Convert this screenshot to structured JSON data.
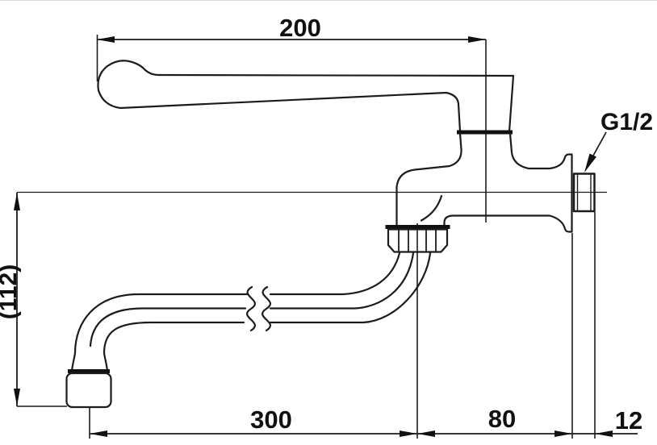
{
  "drawing": {
    "title": "wall-mounted single-lever faucet with under spout, dimensioned side view",
    "background_color": "#ffffff",
    "line_color": "#1c1c1c",
    "dimensions": {
      "top_width": "200",
      "spout_reach": "300",
      "wall_to_spout_axis": "80",
      "thread_length": "12",
      "spout_drop_height": "(112)",
      "thread_label": "G1/2"
    }
  }
}
